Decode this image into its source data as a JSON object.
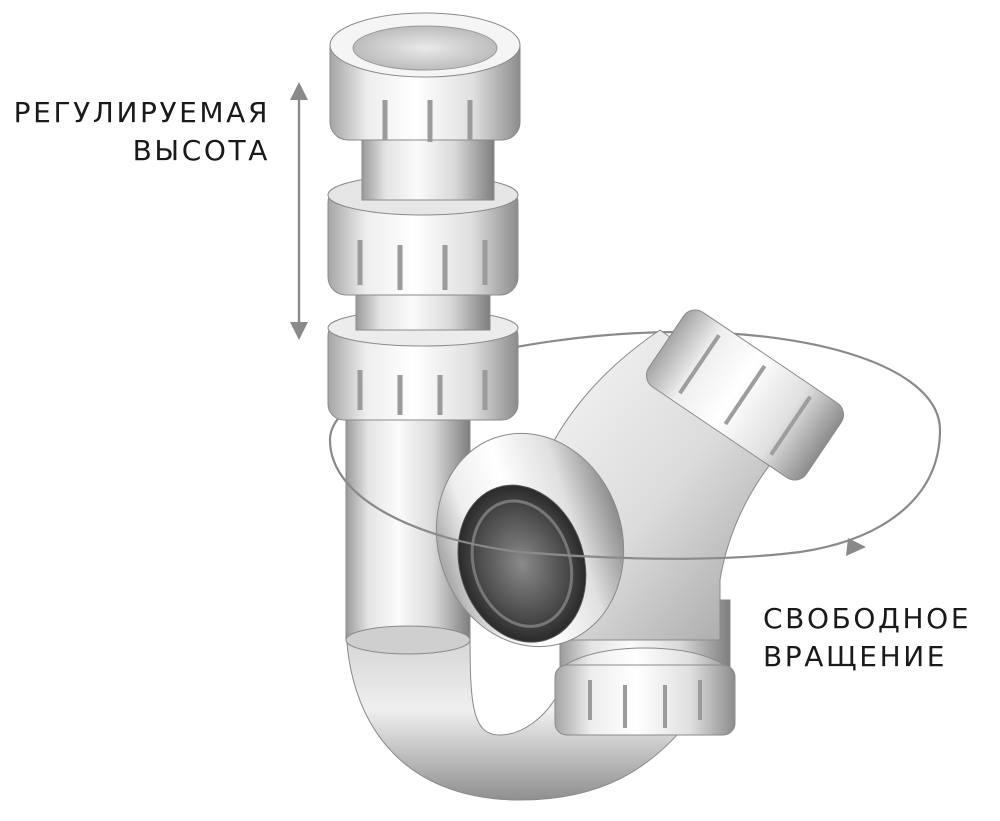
{
  "labels": {
    "adjustable_height": {
      "line1": "РЕГУЛИРУЕМАЯ",
      "line2": "ВЫСОТА"
    },
    "free_rotation": {
      "line1": "СВОБОДНОЕ",
      "line2": "ВРАЩЕНИЕ"
    }
  },
  "colors": {
    "background": "#ffffff",
    "text": "#1a1a1a",
    "arrow": "#8a8a8a",
    "plastic_light": "#f2f2f2",
    "plastic_mid": "#cfcfcf",
    "plastic_dark": "#7d7d7d"
  },
  "objects": {
    "main": "siphon-trap",
    "height_indicator": "double-headed-vertical-arrow",
    "rotation_indicator": "elliptical-rotation-arrow"
  }
}
